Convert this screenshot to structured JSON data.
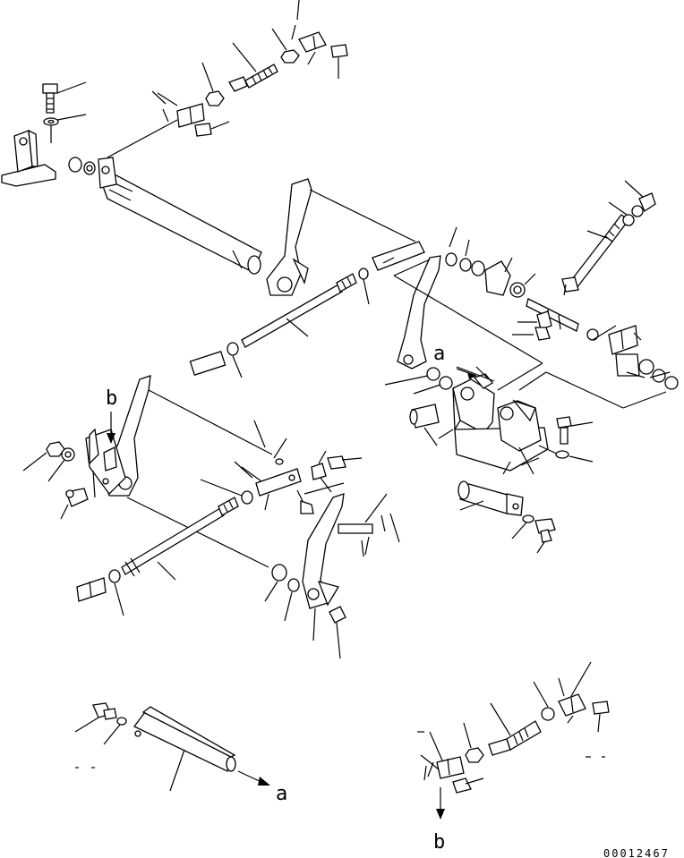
{
  "labels": {
    "a": "a",
    "b": "b"
  },
  "figure_code": "00012467"
}
